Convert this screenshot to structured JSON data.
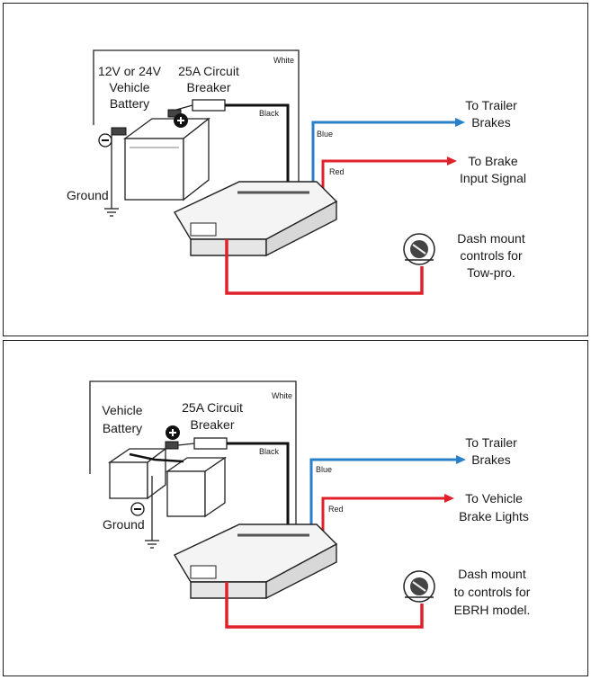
{
  "panels": [
    {
      "battery_label_1": "12V or 24V",
      "battery_label_2": "Vehicle",
      "battery_label_3": "Battery",
      "breaker_label_1": "25A Circuit",
      "breaker_label_2": "Breaker",
      "white_label": "White",
      "black_label": "Black",
      "blue_label": "Blue",
      "red_label": "Red",
      "ground_label": "Ground",
      "trailer_label_1": "To Trailer",
      "trailer_label_2": "Brakes",
      "signal_label_1": "To Brake",
      "signal_label_2": "Input Signal",
      "dash_label_1": "Dash mount",
      "dash_label_2": "controls for",
      "dash_label_3": "Tow-pro."
    },
    {
      "battery_label_1": "Vehicle",
      "battery_label_2": "Battery",
      "breaker_label_1": "25A Circuit",
      "breaker_label_2": "Breaker",
      "white_label": "White",
      "black_label": "Black",
      "blue_label": "Blue",
      "red_label": "Red",
      "ground_label": "Ground",
      "trailer_label_1": "To Trailer",
      "trailer_label_2": "Brakes",
      "signal_label_1": "To Vehicle",
      "signal_label_2": "Brake Lights",
      "dash_label_1": "Dash mount",
      "dash_label_2": "to controls for",
      "dash_label_3": "EBRH model."
    }
  ],
  "colors": {
    "blue_wire": "#2a7fc9",
    "red_wire": "#e0202a",
    "black_wire": "#111111",
    "outline": "#222222"
  }
}
